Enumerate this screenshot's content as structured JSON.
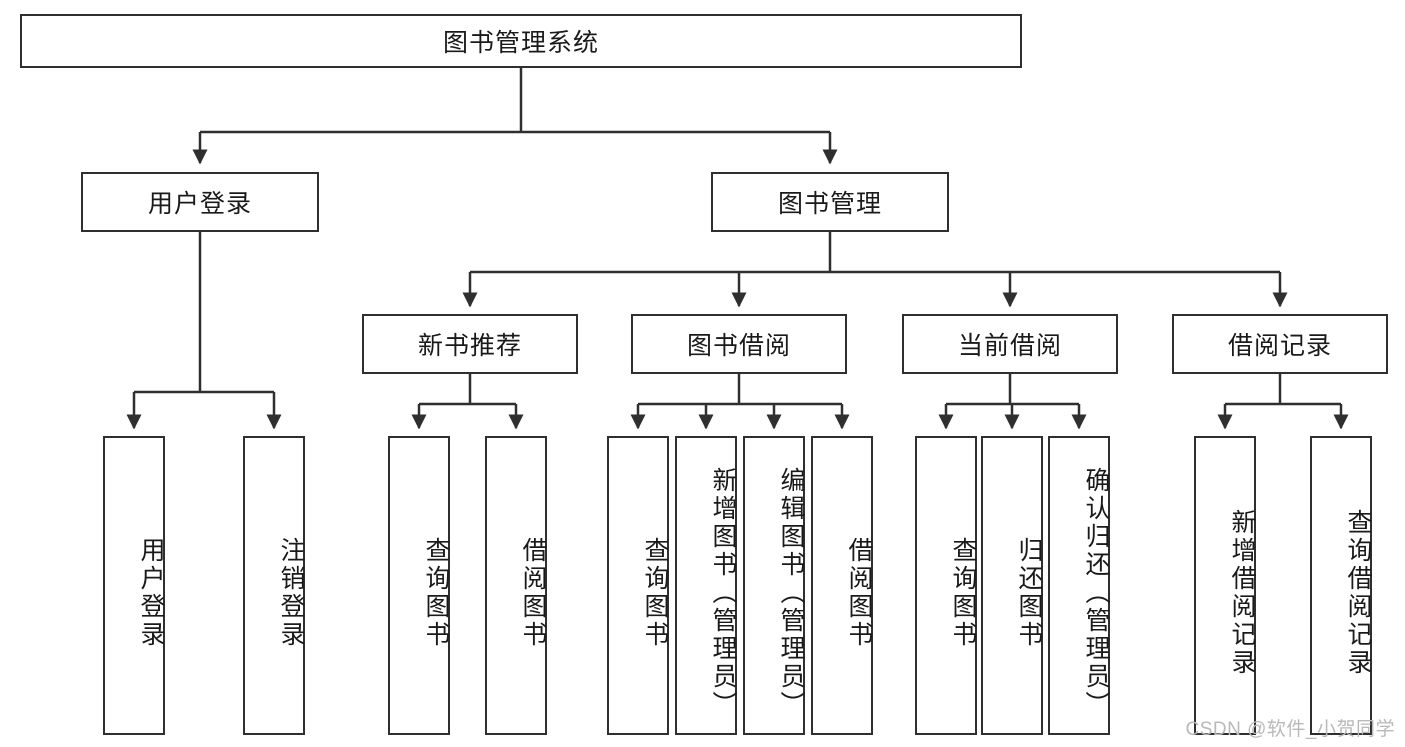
{
  "diagram": {
    "title": "图书管理系统",
    "type": "tree-hierarchy-chart",
    "root": {
      "label": "图书管理系统"
    },
    "level2": [
      {
        "label": "用户登录"
      },
      {
        "label": "图书管理"
      }
    ],
    "level3": [
      {
        "label": "新书推荐"
      },
      {
        "label": "图书借阅"
      },
      {
        "label": "当前借阅"
      },
      {
        "label": "借阅记录"
      }
    ],
    "leaves": {
      "user_login": [
        {
          "label": "用户登录"
        },
        {
          "label": "注销登录"
        }
      ],
      "new_book_recommend": [
        {
          "label": "查询图书"
        },
        {
          "label": "借阅图书"
        }
      ],
      "book_borrow": [
        {
          "label": "查询图书"
        },
        {
          "label": "新增图书（管理员）"
        },
        {
          "label": "编辑图书（管理员）"
        },
        {
          "label": "借阅图书"
        }
      ],
      "current_borrow": [
        {
          "label": "查询图书"
        },
        {
          "label": "归还图书"
        },
        {
          "label": "确认归还（管理员）"
        }
      ],
      "borrow_record": [
        {
          "label": "新增借阅记录"
        },
        {
          "label": "查询借阅记录"
        }
      ]
    }
  },
  "watermark": {
    "text": "CSDN @软件_小贺同学"
  },
  "colors": {
    "stroke": "#2f2f2f",
    "background": "#ffffff",
    "text": "#1a1a1a",
    "watermark": "#b9b9b9"
  }
}
